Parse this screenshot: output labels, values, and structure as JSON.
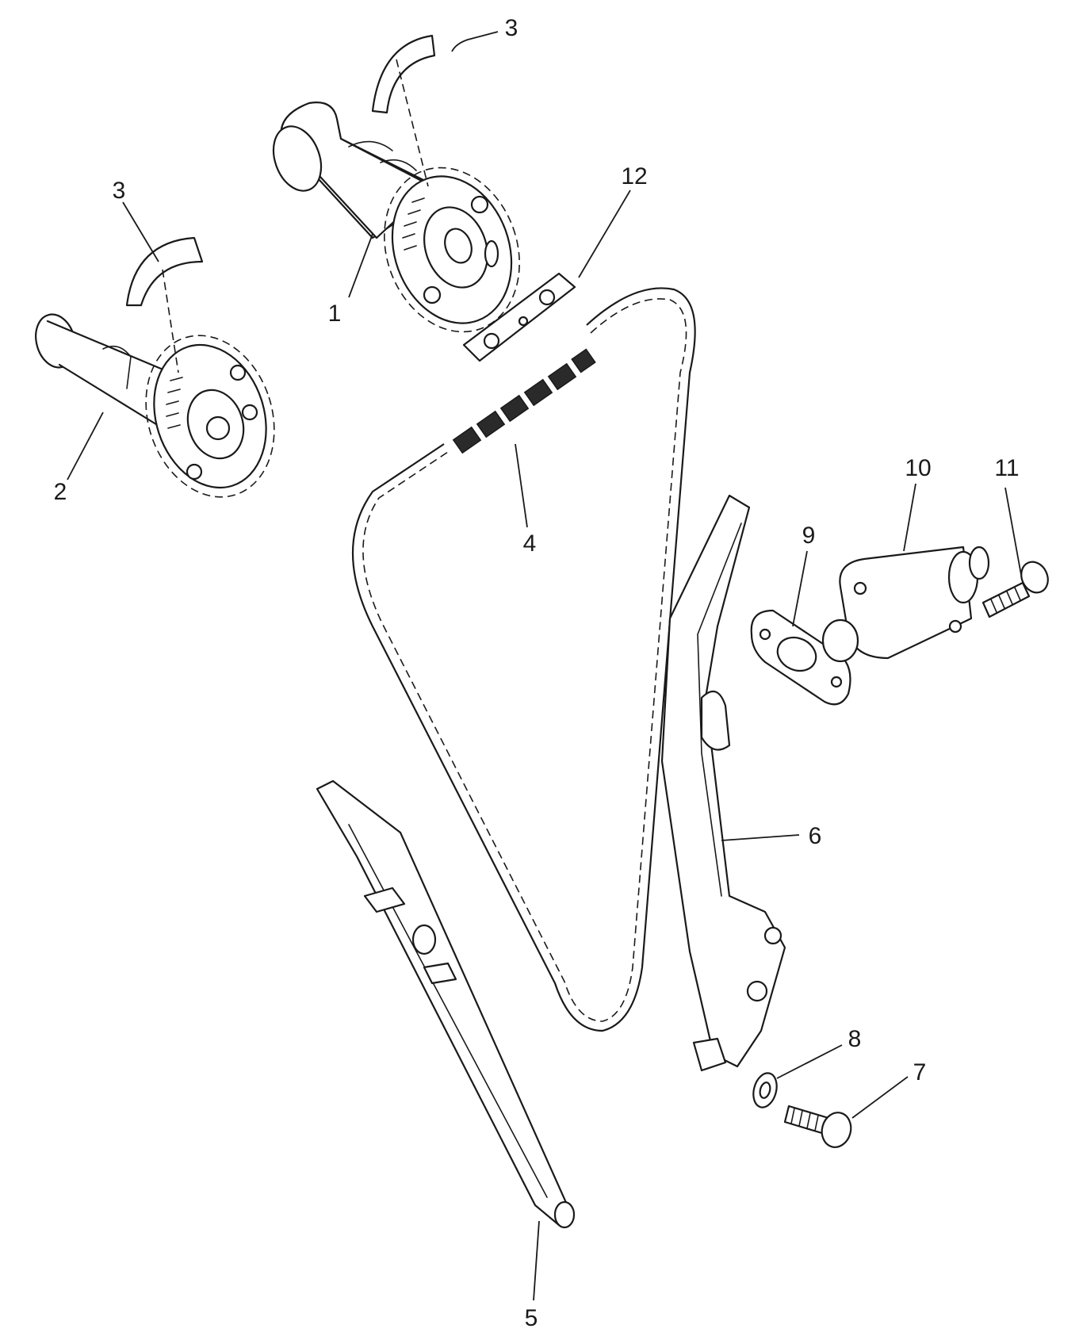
{
  "diagram": {
    "callouts": [
      {
        "id": "c1",
        "label": "1"
      },
      {
        "id": "c2",
        "label": "2"
      },
      {
        "id": "c3a",
        "label": "3"
      },
      {
        "id": "c3b",
        "label": "3"
      },
      {
        "id": "c4",
        "label": "4"
      },
      {
        "id": "c5",
        "label": "5"
      },
      {
        "id": "c6",
        "label": "6"
      },
      {
        "id": "c7",
        "label": "7"
      },
      {
        "id": "c8",
        "label": "8"
      },
      {
        "id": "c9",
        "label": "9"
      },
      {
        "id": "c10",
        "label": "10"
      },
      {
        "id": "c11",
        "label": "11"
      },
      {
        "id": "c12",
        "label": "12"
      }
    ]
  }
}
